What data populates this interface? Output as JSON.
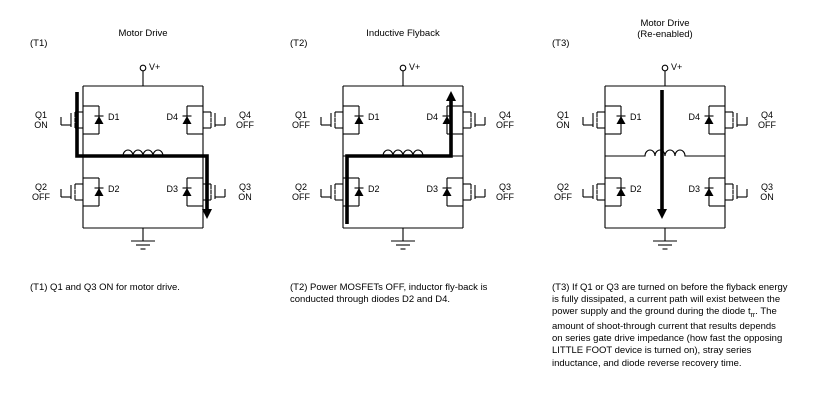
{
  "figure": {
    "background": "#ffffff",
    "stroke_color": "#000000",
    "current_path_color": "#000000"
  },
  "panels": [
    {
      "tag": "(T1)",
      "title": "Motor Drive",
      "supply_label": "V+",
      "transistors": {
        "q1": "Q1\nON",
        "q2": "Q2\nOFF",
        "q3": "Q3\nON",
        "q4": "Q4\nOFF"
      },
      "diodes": {
        "d1": "D1",
        "d2": "D2",
        "d3": "D3",
        "d4": "D4"
      },
      "current_path": "V+ through Q1, inductor, Q3 to ground",
      "caption_parts": [
        "(T1)  Q1 and Q3 ON for motor drive.",
        "",
        ""
      ]
    },
    {
      "tag": "(T2)",
      "title": "Inductive Flyback",
      "supply_label": "V+",
      "transistors": {
        "q1": "Q1\nOFF",
        "q2": "Q2\nOFF",
        "q3": "Q3\nOFF",
        "q4": "Q4\nOFF"
      },
      "diodes": {
        "d1": "D1",
        "d2": "D2",
        "d3": "D3",
        "d4": "D4"
      },
      "current_path": "Ground through D2, inductor, D4 to V+",
      "caption_parts": [
        "(T2)  Power MOSFETs OFF, inductor fly-back is conducted through diodes D2 and D4.",
        "",
        ""
      ]
    },
    {
      "tag": "(T3)",
      "title": "Motor Drive\n(Re-enabled)",
      "supply_label": "V+",
      "transistors": {
        "q1": "Q1\nON",
        "q2": "Q2\nOFF",
        "q3": "Q3\nON",
        "q4": "Q4\nOFF"
      },
      "diodes": {
        "d1": "D1",
        "d2": "D2",
        "d3": "D3",
        "d4": "D4"
      },
      "current_path": "Shoot-through from V+ straight to ground during diode reverse recovery",
      "caption_parts": [
        "(T3) If Q1 or Q3 are turned on before the flyback energy is fully dissipated, a current path will exist between the power supply and the ground during the diode t",
        "rr",
        ".  The amount of shoot-through current that results depends on series gate drive impedance (how fast the opposing LITTLE FOOT device is turned on), stray series inductance, and diode reverse recovery time."
      ]
    }
  ]
}
